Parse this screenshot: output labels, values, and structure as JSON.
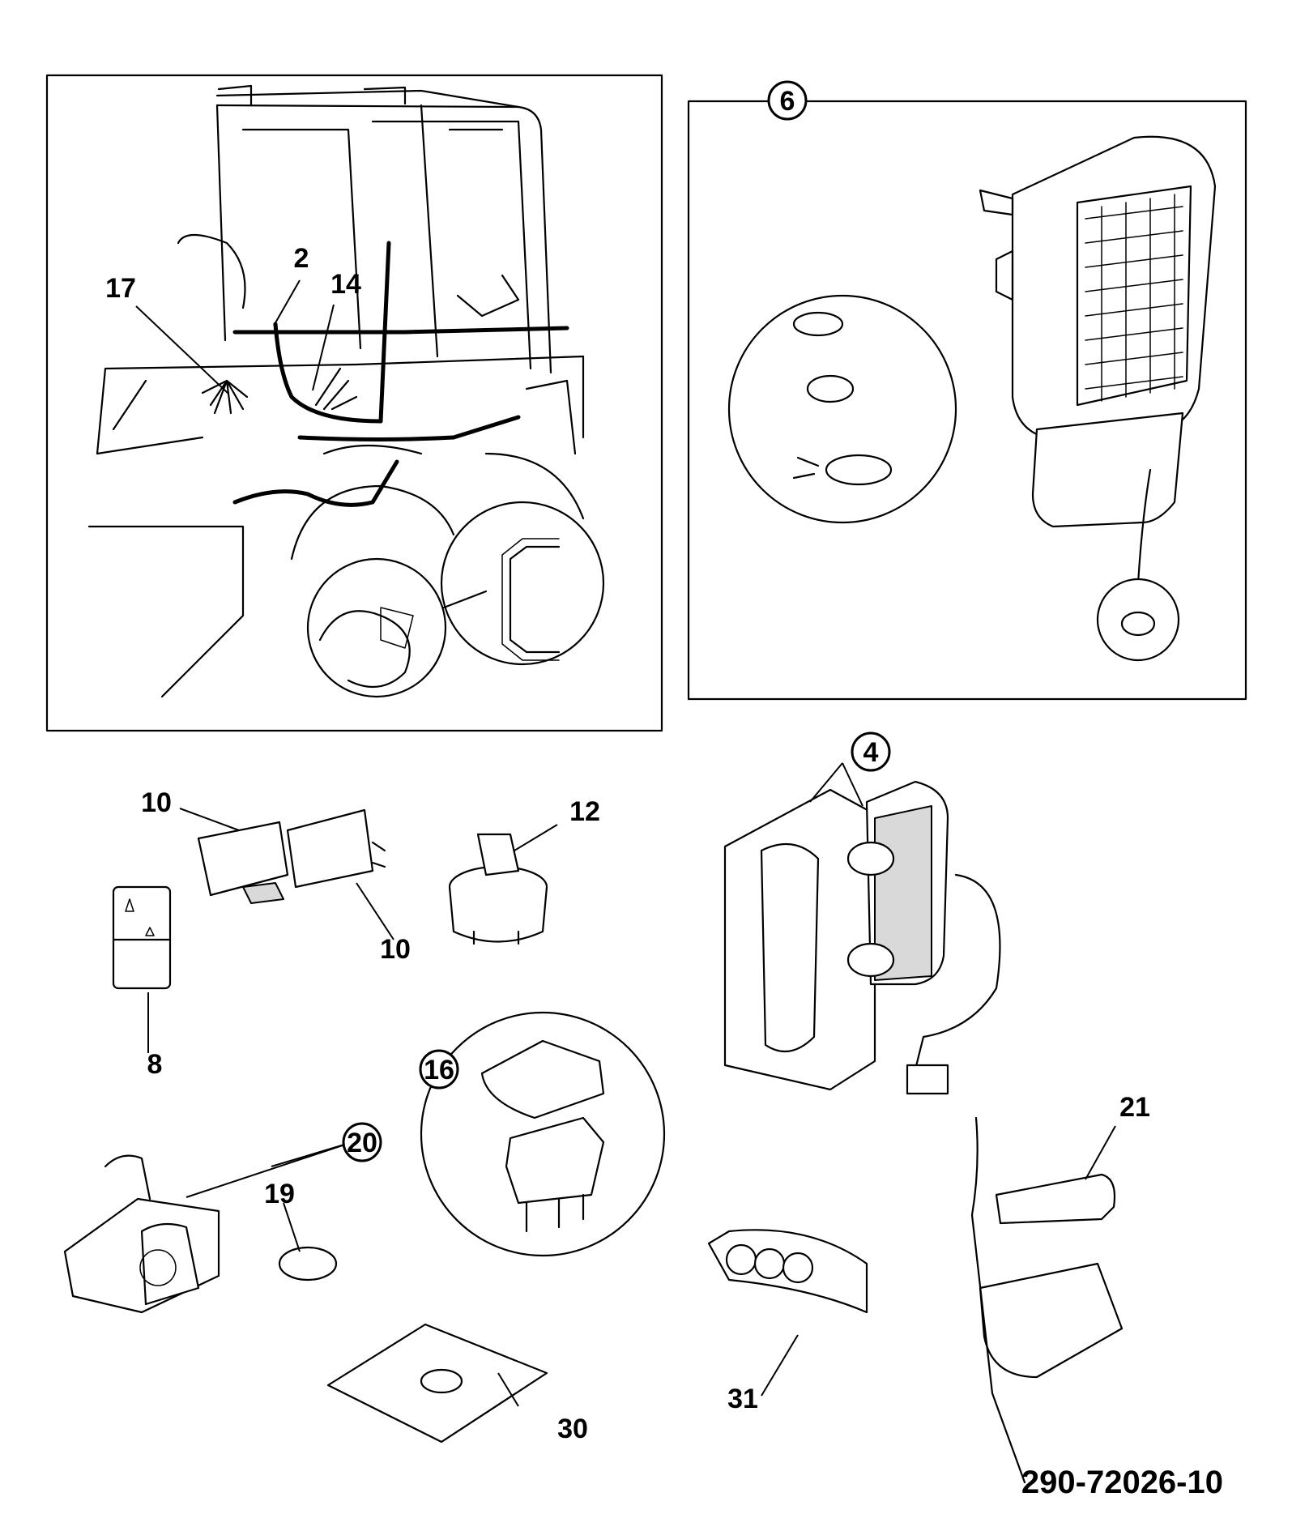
{
  "diagram_code": "290-72026-10",
  "labels": {
    "harness_main": "2",
    "harness_sub": "14",
    "harness_branch": "17",
    "work_light": "6",
    "rear_light": "4",
    "relay_top": "10",
    "relay_bottom": "10",
    "ignition_switch": "12",
    "rocker_switch_small": "8",
    "rocker_switch": "16",
    "beacon": "20",
    "beacon_bulb": "19",
    "beacon_plate": "30",
    "light_bar": "31",
    "side_light": "21"
  }
}
